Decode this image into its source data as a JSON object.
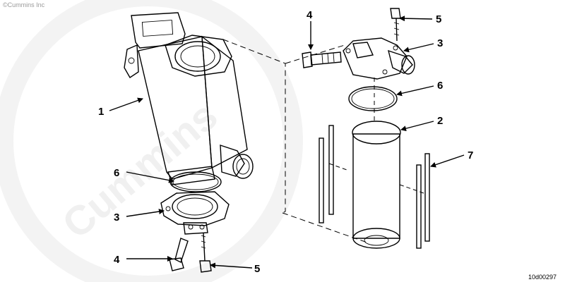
{
  "diagram": {
    "copyright": "©Cummins Inc",
    "watermark": "Cummins",
    "figure_id": "10d00297",
    "callouts": {
      "c1": "1",
      "c2": "2",
      "c3_top": "3",
      "c3_bottom": "3",
      "c4_top": "4",
      "c4_bottom": "4",
      "c5_top": "5",
      "c5_bottom": "5",
      "c6_top": "6",
      "c6_bottom": "6",
      "c7": "7"
    }
  }
}
